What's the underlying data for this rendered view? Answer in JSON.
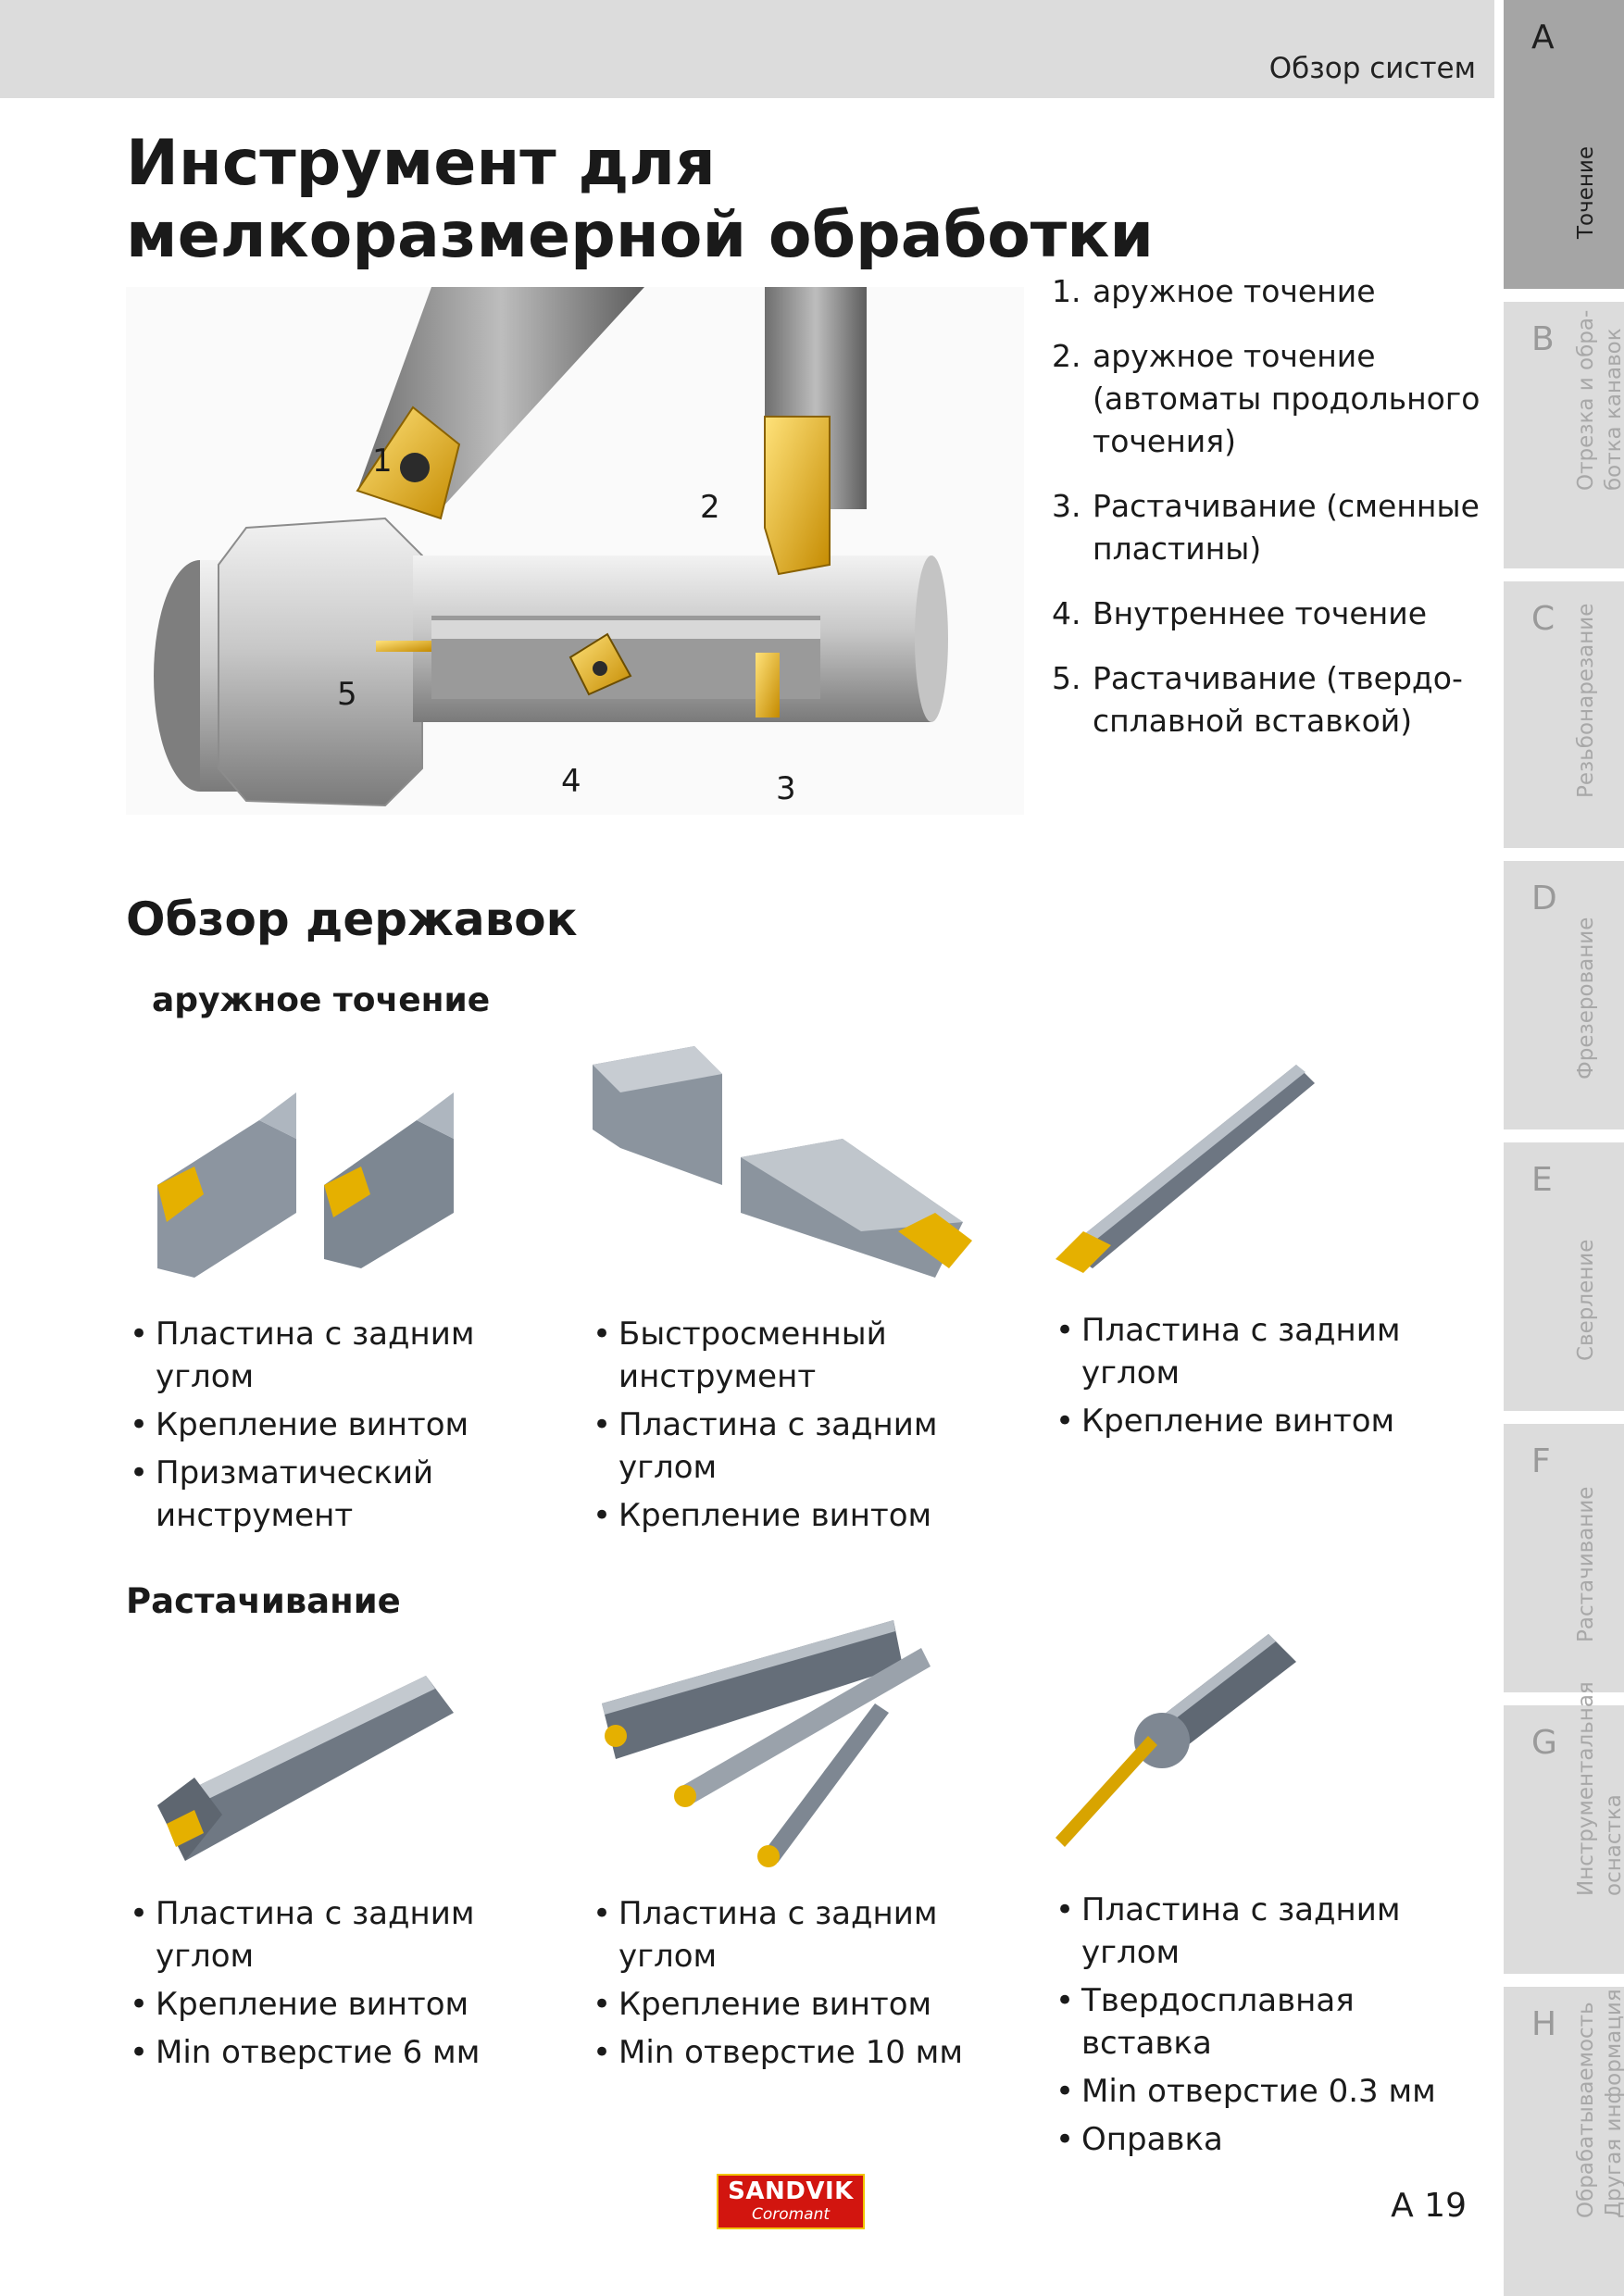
{
  "header": {
    "section": "Обзор систем"
  },
  "tabs": [
    {
      "letter": "A",
      "text": "Точение"
    },
    {
      "letter": "B",
      "text": "Отрезка и обра-\nботка канавок"
    },
    {
      "letter": "C",
      "text": "Резьбонарезание"
    },
    {
      "letter": "D",
      "text": "Фрезерование"
    },
    {
      "letter": "E",
      "text": "Сверление"
    },
    {
      "letter": "F",
      "text": "Растачивание"
    },
    {
      "letter": "G",
      "text": "Инструментальная\nоснастка"
    },
    {
      "letter": "H",
      "text": "Обрабатываемость\nДругая информация"
    }
  ],
  "title": "Инструмент для мелкоразмерной обработки",
  "hero": {
    "callouts": [
      "1",
      "2",
      "3",
      "4",
      "5"
    ]
  },
  "legend": [
    {
      "num": "1.",
      "text": "аружное точение"
    },
    {
      "num": "2.",
      "text": "аружное точение (автоматы продольного точения)"
    },
    {
      "num": "3.",
      "text": "Растачивание (сменные пластины)"
    },
    {
      "num": "4.",
      "text": "Внутреннее точение"
    },
    {
      "num": "5.",
      "text": "Растачивание (твердо-сплавной вставкой)"
    }
  ],
  "holders": {
    "heading": "Обзор державок",
    "external": {
      "heading": "аружное точение",
      "columns": [
        [
          "Пластина с задним углом",
          "Крепление винтом",
          "Призматический инструмент"
        ],
        [
          "Быстросменный инструмент",
          "Пластина с задним углом",
          "Крепление винтом"
        ],
        [
          "Пластина с задним углом",
          "Крепление винтом"
        ]
      ]
    },
    "boring": {
      "heading": "Растачивание",
      "columns": [
        [
          "Пластина с задним углом",
          "Крепление винтом",
          "Min отверстие 6 мм"
        ],
        [
          "Пластина с задним углом",
          "Крепление винтом",
          "Min отверстие 10 мм"
        ],
        [
          "Пластина с задним углом",
          "Твердосплавная вставка",
          "Min отверстие 0.3 мм",
          "Оправка"
        ]
      ]
    }
  },
  "footer": {
    "logo_line1": "SANDVIK",
    "logo_line2": "Coromant",
    "page": "A 19"
  }
}
